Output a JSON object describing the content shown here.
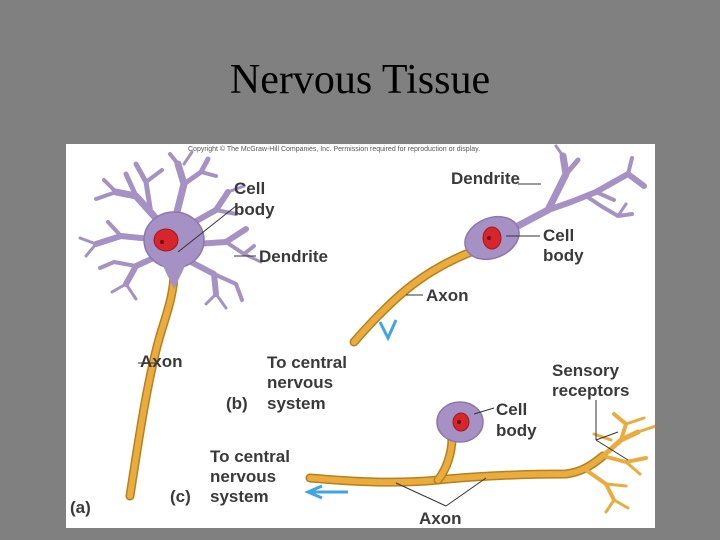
{
  "slide": {
    "title": "Nervous Tissue"
  },
  "figure": {
    "copyright": "Copyright © The McGraw-Hill Companies, Inc. Permission required for reproduction or display.",
    "colors": {
      "soma": "#a591c4",
      "nucleus": "#d6262c",
      "axon": "#e9ac3d",
      "arrow": "#3fa6e0"
    },
    "panel_a": {
      "panel_label": "(a)",
      "cell_body": [
        "Cell",
        "body"
      ],
      "dendrite": "Dendrite",
      "axon": "Axon"
    },
    "panel_b": {
      "panel_label": "(b)",
      "dendrite": "Dendrite",
      "cell_body": [
        "Cell",
        "body"
      ],
      "axon": "Axon",
      "cns": [
        "To central",
        "nervous",
        "system"
      ]
    },
    "panel_c": {
      "panel_label": "(c)",
      "cell_body": [
        "Cell",
        "body"
      ],
      "receptors": [
        "Sensory",
        "receptors"
      ],
      "cns": [
        "To central",
        "nervous",
        "system"
      ],
      "axon": "Axon"
    }
  }
}
